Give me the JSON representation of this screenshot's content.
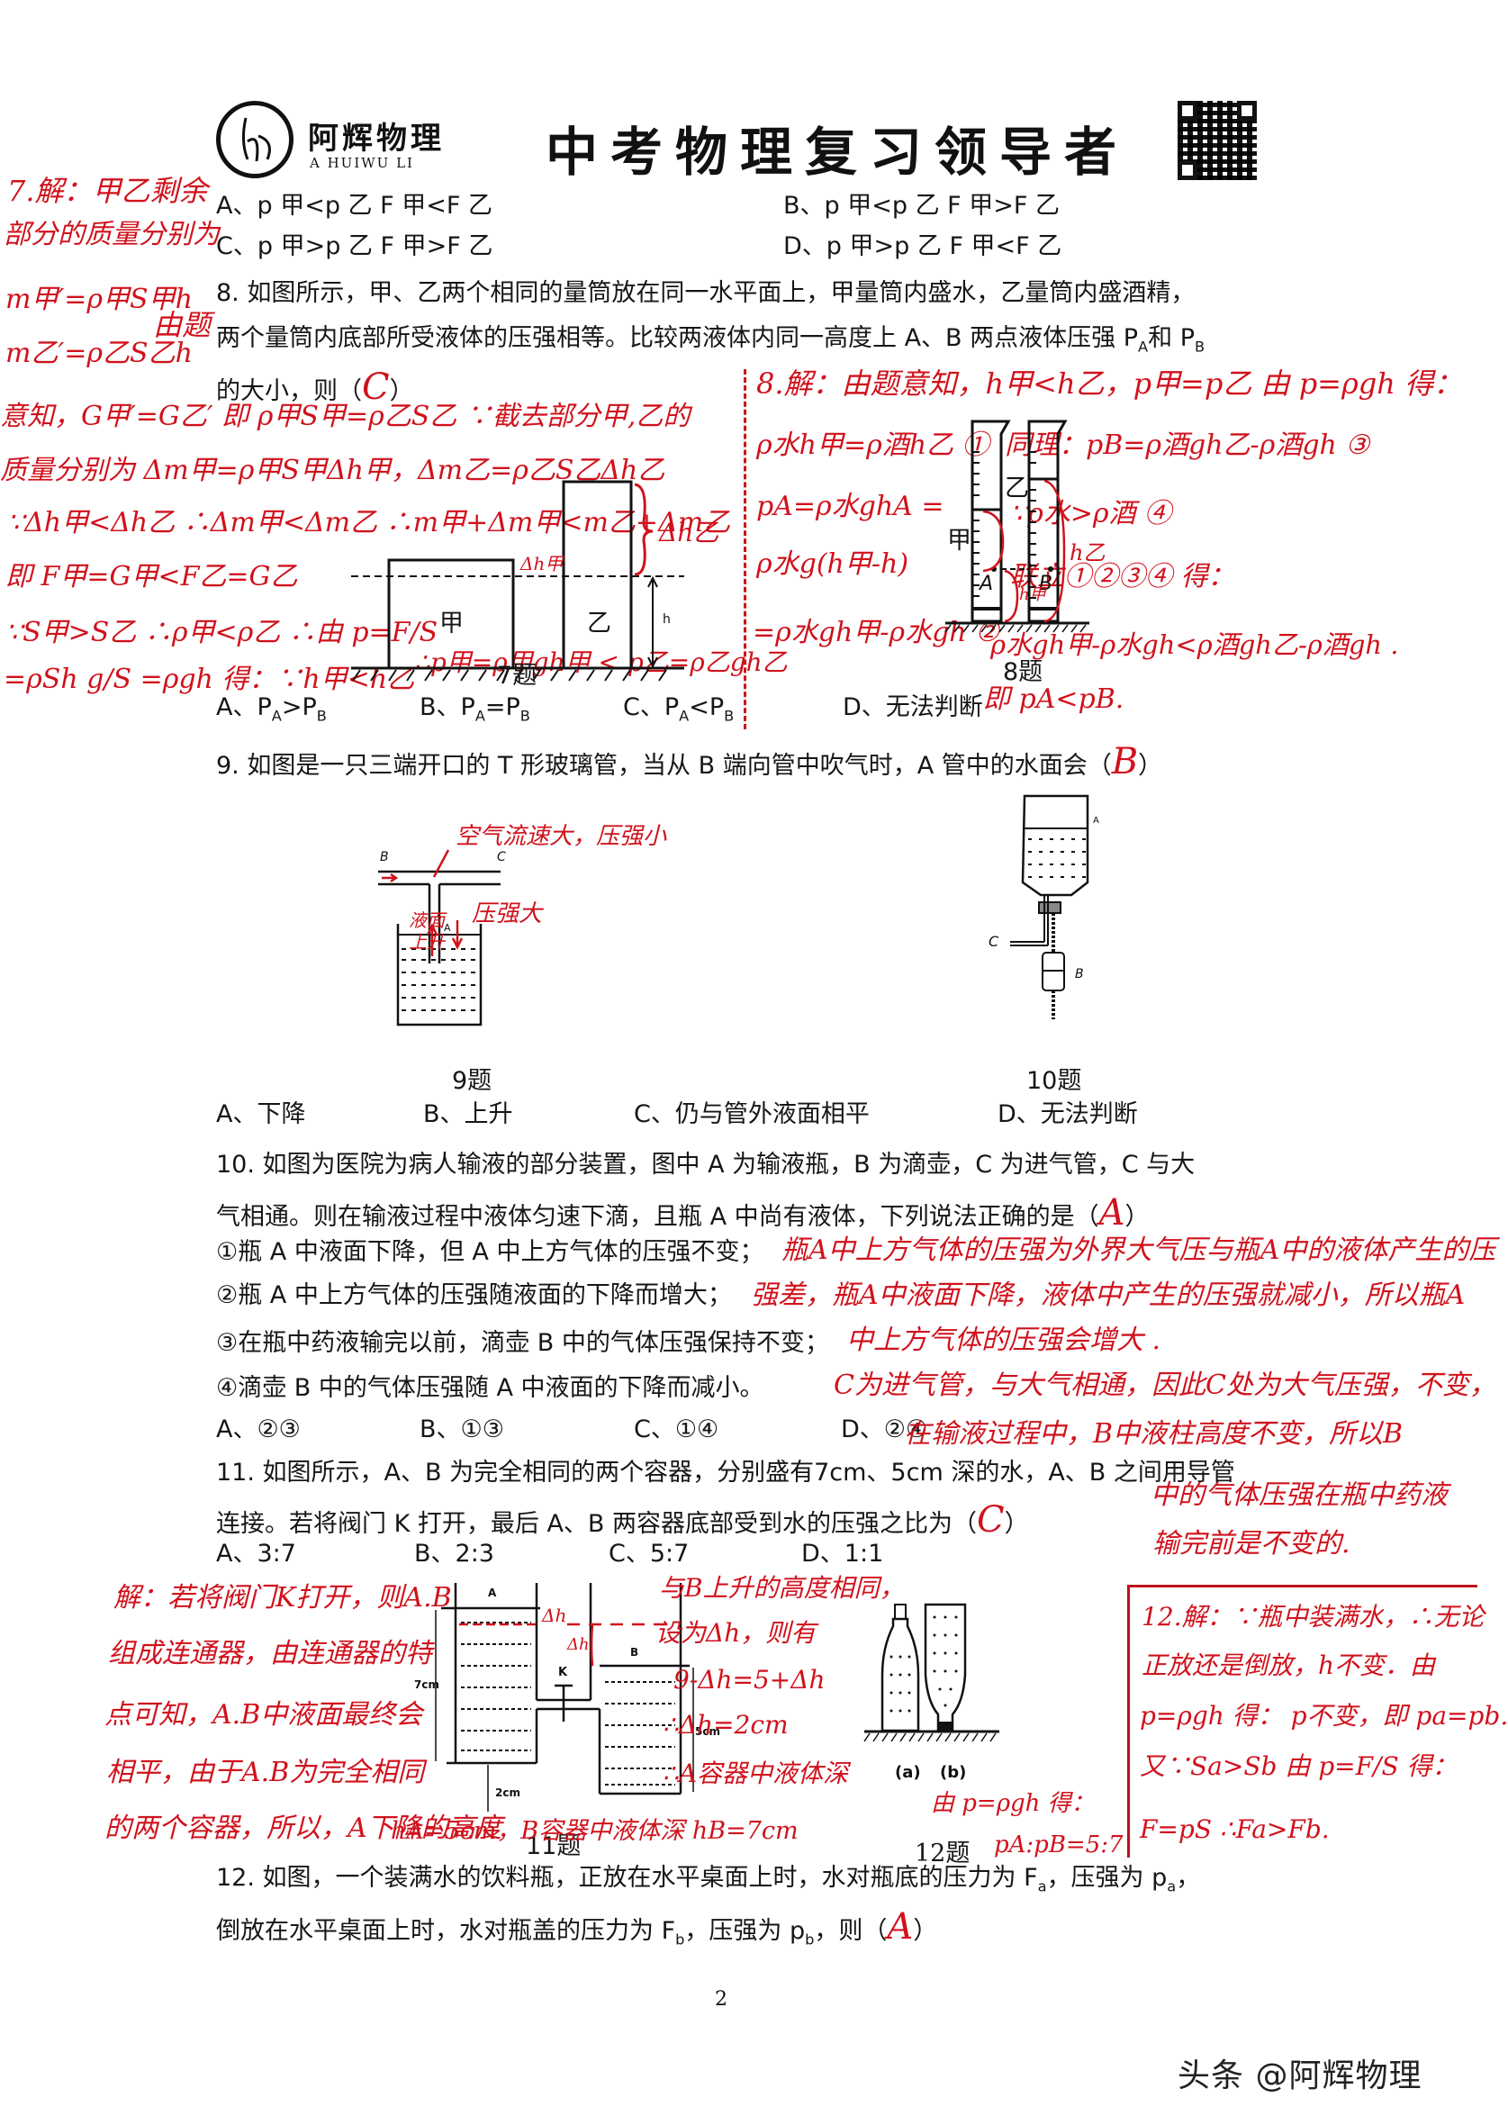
{
  "header": {
    "logo_cn": "阿辉物理",
    "logo_en": "A HUIWU LI",
    "title": "中考物理复习领导者",
    "qr_label": "qr-code"
  },
  "q7": {
    "options": [
      {
        "label": "A、p 甲<p 乙  F 甲<F 乙"
      },
      {
        "label": "B、p 甲<p 乙  F 甲>F 乙"
      },
      {
        "label": "C、p 甲>p 乙  F 甲>F 乙"
      },
      {
        "label": "D、p 甲>p 乙  F 甲<F 乙"
      }
    ],
    "notes": [
      "7.解：甲乙剩余",
      "部分的质量分别为",
      "m甲′=ρ甲S甲h",
      "m乙′=ρ乙S乙h",
      "由题",
      "意知，G甲′=G乙′ 即 ρ甲S甲=ρ乙S乙  ∵截去部分甲,乙的",
      "质量分别为 Δm甲=ρ甲S甲Δh甲，Δm乙=ρ乙S乙Δh乙",
      "∵Δh甲<Δh乙   ∴Δm甲<Δm乙   ∴m甲+Δm甲<m乙+Δm乙",
      "即 F甲=G甲<F乙=G乙",
      "∵S甲>S乙  ∴ρ甲<ρ乙  ∴由 p=F/S",
      "=ρSh g/S =ρgh 得：∵h甲<h乙",
      "∴p甲=ρ甲gh甲 < p乙=ρ乙gh乙"
    ],
    "figure": {
      "label_jia": "甲",
      "label_yi": "乙",
      "h_label": "h",
      "dh_yi": "Δh乙",
      "dh_jia": "Δh甲",
      "caption": "7题"
    }
  },
  "q8": {
    "stem1": "8. 如图所示，甲、乙两个相同的量筒放在同一水平面上，甲量筒内盛水，乙量筒内盛酒精，",
    "stem2": "两个量筒内底部所受液体的压强相等。比较两液体内同一高度上 A、B 两点液体压强 P",
    "stem2_subA": "A",
    "stem2_mid": "和 P",
    "stem2_subB": "B",
    "stem3": "的大小，则（",
    "stem3_end": "）",
    "answer": "C",
    "options": [
      {
        "prefix": "A、P",
        "sub1": "A",
        "op": ">P",
        "sub2": "B"
      },
      {
        "prefix": "B、P",
        "sub1": "A",
        "op": "=P",
        "sub2": "B"
      },
      {
        "prefix": "C、P",
        "sub1": "A",
        "op": "<P",
        "sub2": "B"
      },
      {
        "prefix": "D、无法判断",
        "sub1": "",
        "op": "",
        "sub2": ""
      }
    ],
    "notes": {
      "head": "8.解：由题意知，h甲<h乙，p甲=p乙  由 p=ρgh 得：",
      "l1": "ρ水h甲=ρ酒h乙 ①",
      "l2": "pA=ρ水ghA =",
      "l3": "ρ水g(h甲-h)",
      "l4": "=ρ水gh甲-ρ水gh ②",
      "r1": "同理：pB=ρ酒gh乙-ρ酒gh ③",
      "r2": "∵ρ水>ρ酒 ④",
      "r3": "联立①②③④ 得：",
      "r4": "ρ水gh甲-ρ水gh<ρ酒gh乙-ρ酒gh .",
      "r5": "即 pA<pB."
    },
    "figure": {
      "jia": "甲",
      "yi": "乙",
      "A": "A",
      "B": "B",
      "h_jia": "h甲",
      "h": "h",
      "h_yi": "h乙",
      "hA": "hA",
      "hB": "hB",
      "caption": "8题"
    }
  },
  "q9": {
    "stem": "9. 如图是一只三端开口的 T 形玻璃管，当从 B 端向管中吹气时，A 管中的水面会（",
    "stem_end": "）",
    "answer": "B",
    "options": [
      "A、下降",
      "B、上升",
      "C、仍与管外液面相平",
      "D、无法判断"
    ],
    "figure": {
      "B": "B",
      "C": "C",
      "A": "A",
      "caption": "9题"
    },
    "notes": [
      "空气流速大，压强小",
      "液面上升",
      "压强大"
    ]
  },
  "q10": {
    "stem1": "10. 如图为医院为病人输液的部分装置，图中 A 为输液瓶，B 为滴壶，C 为进气管，C 与大",
    "stem2": "气相通。则在输液过程中液体匀速下滴，且瓶 A 中尚有液体，下列说法正确的是（",
    "stem2_end": "）",
    "answer": "A",
    "statements": [
      "①瓶 A 中液面下降，但 A 中上方气体的压强不变；",
      "②瓶 A 中上方气体的压强随液面的下降而增大；",
      "③在瓶中药液输完以前，滴壶 B 中的气体压强保持不变；",
      "④滴壶 B 中的气体压强随 A 中液面的下降而减小。"
    ],
    "options": [
      "A、②③",
      "B、①③",
      "C、①④",
      "D、②④"
    ],
    "figure": {
      "A": "A",
      "B": "B",
      "C": "C",
      "caption": "10题"
    },
    "notes": [
      "瓶A中上方气体的压强为外界大气压与瓶A中的液体产生的压",
      "强差，瓶A中液面下降，液体中产生的压强就减小，所以瓶A",
      "中上方气体的压强会增大 .",
      "C为进气管，与大气相通，因此C处为大气压强，不变，",
      "在输液过程中，B中液柱高度不变，所以B",
      "中的气体压强在瓶中药液",
      "输完前是不变的."
    ]
  },
  "q11": {
    "stem1": "11. 如图所示，A、B 为完全相同的两个容器，分别盛有7cm、5cm 深的水，A、B 之间用导管",
    "stem2": "连接。若将阀门 K 打开，最后 A、B 两容器底部受到水的压强之比为（",
    "stem2_end": "）",
    "answer": "C",
    "options": [
      "A、3:7",
      "B、2:3",
      "C、5:7",
      "D、1:1"
    ],
    "figure": {
      "A": "A",
      "B": "B",
      "K": "K",
      "d7": "7cm",
      "d5": "5cm",
      "d2": "2cm",
      "dh1": "Δh",
      "dh2": "Δh",
      "caption": "11题"
    },
    "notes_left": [
      "解：若将阀门K打开，则A.B",
      "组成连通器，由连通器的特",
      "点可知，A.B中液面最终会",
      "相平，由于A.B为完全相同",
      "的两个容器，所以，A下降的高度"
    ],
    "notes_right": [
      "与B上升的高度相同，",
      "设为Δh，则有",
      "9-Δh=5+Δh",
      "∴Δh=2cm",
      "∴A容器中液体深",
      "hA=5cm，B容器中液体深 hB=7cm",
      "由 p=ρgh 得：",
      "pA:pB=5:7"
    ]
  },
  "q12": {
    "stem1": "12. 如图，一个装满水的饮料瓶，正放在水平桌面上时，水对瓶底的压力为 F",
    "stem1_sub": "a",
    "stem1_b": "，压强为 p",
    "stem1_sub2": "a",
    "stem1_end": "，",
    "stem2": "倒放在水平桌面上时，水对瓶盖的压力为 F",
    "stem2_sub": "b",
    "stem2_b": "，压强为 p",
    "stem2_sub2": "b",
    "stem2_c": "，则（",
    "stem2_end": "）",
    "answer": "A",
    "figure": {
      "a": "(a)",
      "b": "(b)",
      "caption": "12题"
    },
    "notes": [
      "12.解：∵瓶中装满水，∴无论",
      "正放还是倒放，h不变．由",
      "p=ρgh 得：  p不变，即 pa=pb.",
      "又∵Sa>Sb  由 p=F/S 得：",
      "F=pS      ∴Fa>Fb."
    ]
  },
  "footer": {
    "page_number": "2",
    "watermark": "头条 @阿辉物理"
  }
}
